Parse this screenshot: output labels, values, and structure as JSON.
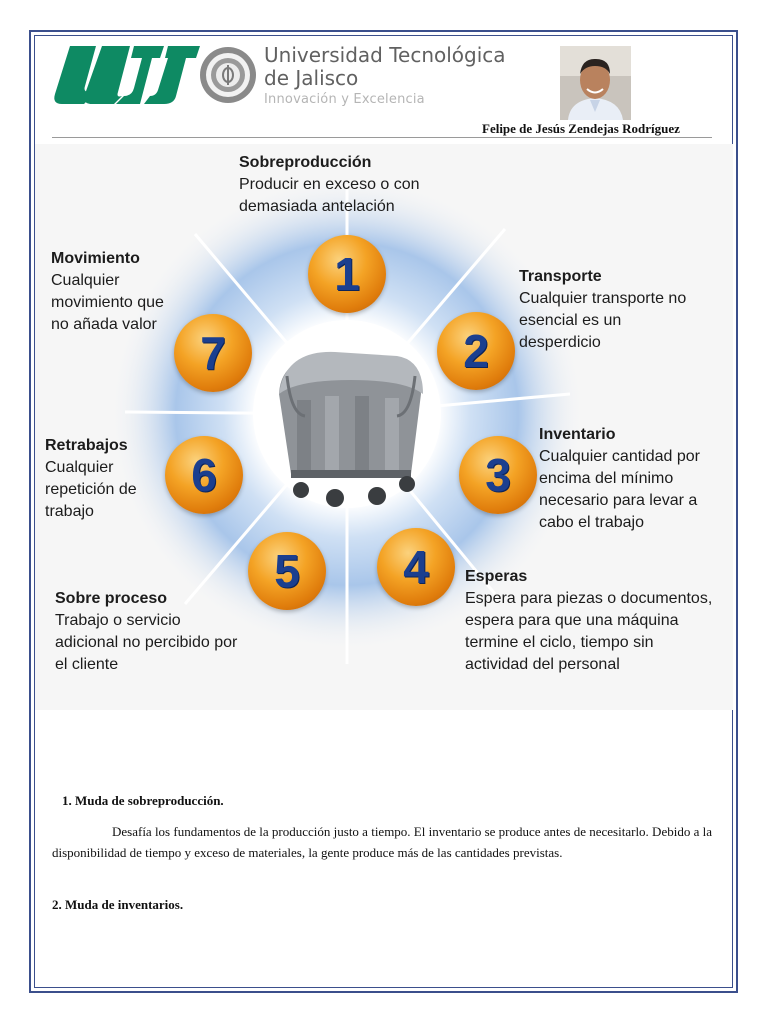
{
  "header": {
    "university_line1": "Universidad Tecnológica",
    "university_line2": "de Jalisco",
    "tagline": "Innovación y Excelencia",
    "logo_icon": "utj-logo-icon",
    "author_name": "Felipe de Jesús Zendejas Rodríguez"
  },
  "diagram": {
    "center_icon": "waste-container-icon",
    "items": [
      {
        "number": "1",
        "title": "Sobreproducción",
        "description": "Producir en exceso o con demasiada antelación"
      },
      {
        "number": "2",
        "title": "Transporte",
        "description": "Cualquier transporte no esencial es un desperdicio"
      },
      {
        "number": "3",
        "title": "Inventario",
        "description": "Cualquier cantidad por encima del mínimo necesario para levar a cabo el trabajo"
      },
      {
        "number": "4",
        "title": "Esperas",
        "description": "Espera para piezas o documentos, espera para que una máquina termine el ciclo, tiempo sin actividad del personal"
      },
      {
        "number": "5",
        "title": "Sobre proceso",
        "description": "Trabajo o servicio adicional no percibido por el cliente"
      },
      {
        "number": "6",
        "title": "Retrabajos",
        "description": "Cualquier repetición de trabajo"
      },
      {
        "number": "7",
        "title": "Movimiento",
        "description": "Cualquier movimiento que no añada valor"
      }
    ],
    "colors": {
      "circle": "#f4a325",
      "number": "#1b3f8f",
      "glow": "#a9c6ea"
    }
  },
  "body": {
    "heading1": "1. Muda de sobreproducción.",
    "paragraph1": "Desafía los fundamentos de la producción justo a tiempo. El inventario se produce antes de necesitarlo. Debido a la disponibilidad de tiempo y exceso de materiales, la gente produce más de las cantidades previstas.",
    "heading2": "2. Muda de inventarios."
  }
}
